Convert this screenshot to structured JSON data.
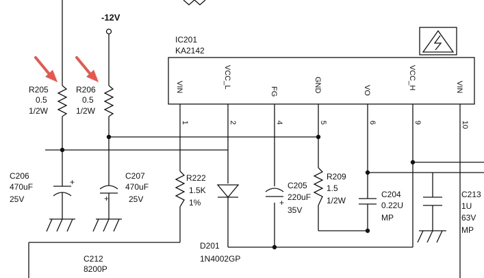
{
  "colors": {
    "ink": "#111111",
    "arrow": "#e8564d",
    "background": "#ffffff"
  },
  "supply": {
    "label": "-12V"
  },
  "ic": {
    "ref": "IC201",
    "part": "KA2142",
    "warning_icon": "high-voltage-warning-icon",
    "pins": [
      {
        "name": "VIN",
        "number": "1"
      },
      {
        "name": "VCC_L",
        "number": "2"
      },
      {
        "name": "FG",
        "number": "4"
      },
      {
        "name": "GND",
        "number": "5"
      },
      {
        "name": "VO",
        "number": "6"
      },
      {
        "name": "VCC_H",
        "number": "9"
      },
      {
        "name": "VIN",
        "number": "10"
      }
    ]
  },
  "components": {
    "r205": {
      "ref": "R205",
      "value": "0.5",
      "rating": "1/2W"
    },
    "r206": {
      "ref": "R206",
      "value": "0.5",
      "rating": "1/2W"
    },
    "c206": {
      "ref": "C206",
      "value": "470uF",
      "rating": "25V"
    },
    "c207": {
      "ref": "C207",
      "value": "470uF",
      "rating": "25V"
    },
    "r222": {
      "ref": "R222",
      "value": "1.5K",
      "rating": "1%"
    },
    "d201": {
      "ref": "D201",
      "part": "1N4002GP"
    },
    "c205": {
      "ref": "C205",
      "value": "220uF",
      "rating": "35V"
    },
    "r209": {
      "ref": "R209",
      "value": "1.5",
      "rating": "1/2W"
    },
    "c204": {
      "ref": "C204",
      "value": "0.22U",
      "type": "MP"
    },
    "c213": {
      "ref": "C213",
      "value": "1U",
      "rating": "63V",
      "type": "MP"
    },
    "c212": {
      "ref": "C212",
      "value": "8200P"
    }
  }
}
